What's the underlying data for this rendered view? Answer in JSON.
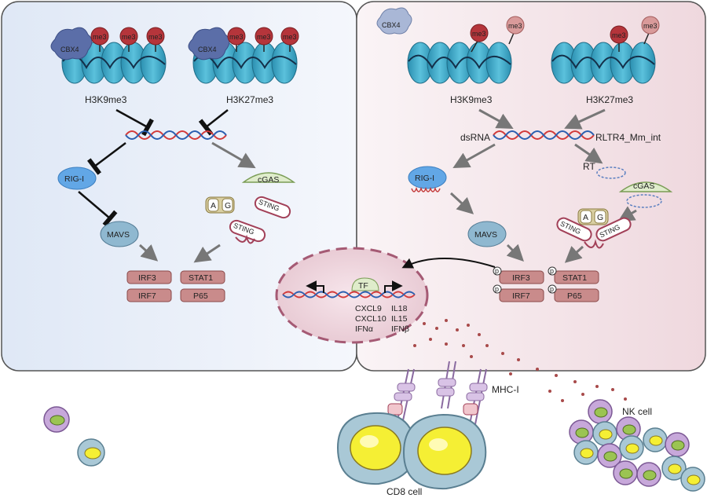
{
  "left_panel": {
    "cbx4": "CBX4",
    "marks": [
      "me3",
      "me3",
      "me3",
      "me3",
      "me3",
      "me3"
    ],
    "h3k9": "H3K9me3",
    "h3k27": "H3K27me3",
    "rigi": "RIG-I",
    "cgas": "cGAS",
    "mavs": "MAVS",
    "sting_a": "STING",
    "sting_b": "STING",
    "dimer_a": "A",
    "dimer_g": "G",
    "tf": [
      "IRF3",
      "STAT1",
      "IRF7",
      "P65"
    ]
  },
  "right_panel": {
    "cbx4": "CBX4",
    "marks": [
      "me3",
      "me3",
      "me3",
      "me3"
    ],
    "h3k9": "H3K9me3",
    "h3k27": "H3K27me3",
    "dsrna": "dsRNA",
    "rltr": "RLTR4_Mm_int",
    "rt": "RT",
    "rigi": "RIG-I",
    "cgas": "cGAS",
    "mavs": "MAVS",
    "sting_a": "STING",
    "sting_b": "STING",
    "dimer_a": "A",
    "dimer_g": "G",
    "phospho": "p",
    "tf": [
      "IRF3",
      "STAT1",
      "IRF7",
      "P65"
    ]
  },
  "nucleus": {
    "tf": "TF",
    "genes_left": [
      "CXCL9",
      "CXCL10",
      "IFNα"
    ],
    "genes_right": [
      "IL18",
      "IL15",
      "IFNβ"
    ]
  },
  "cells": {
    "mhc": "MHC-I",
    "nk": "NK cell",
    "cd8": "CD8 cell"
  },
  "colors": {
    "left_bg": "#e8eef8",
    "right_bg": "#f4e4e8",
    "nucleosome": "#2f9fc0",
    "mark": "#b5353b",
    "tf_box": "#c98b8b",
    "rigi": "#62a7e6",
    "mavs": "#8fb8d0",
    "sting": "#a24058"
  }
}
